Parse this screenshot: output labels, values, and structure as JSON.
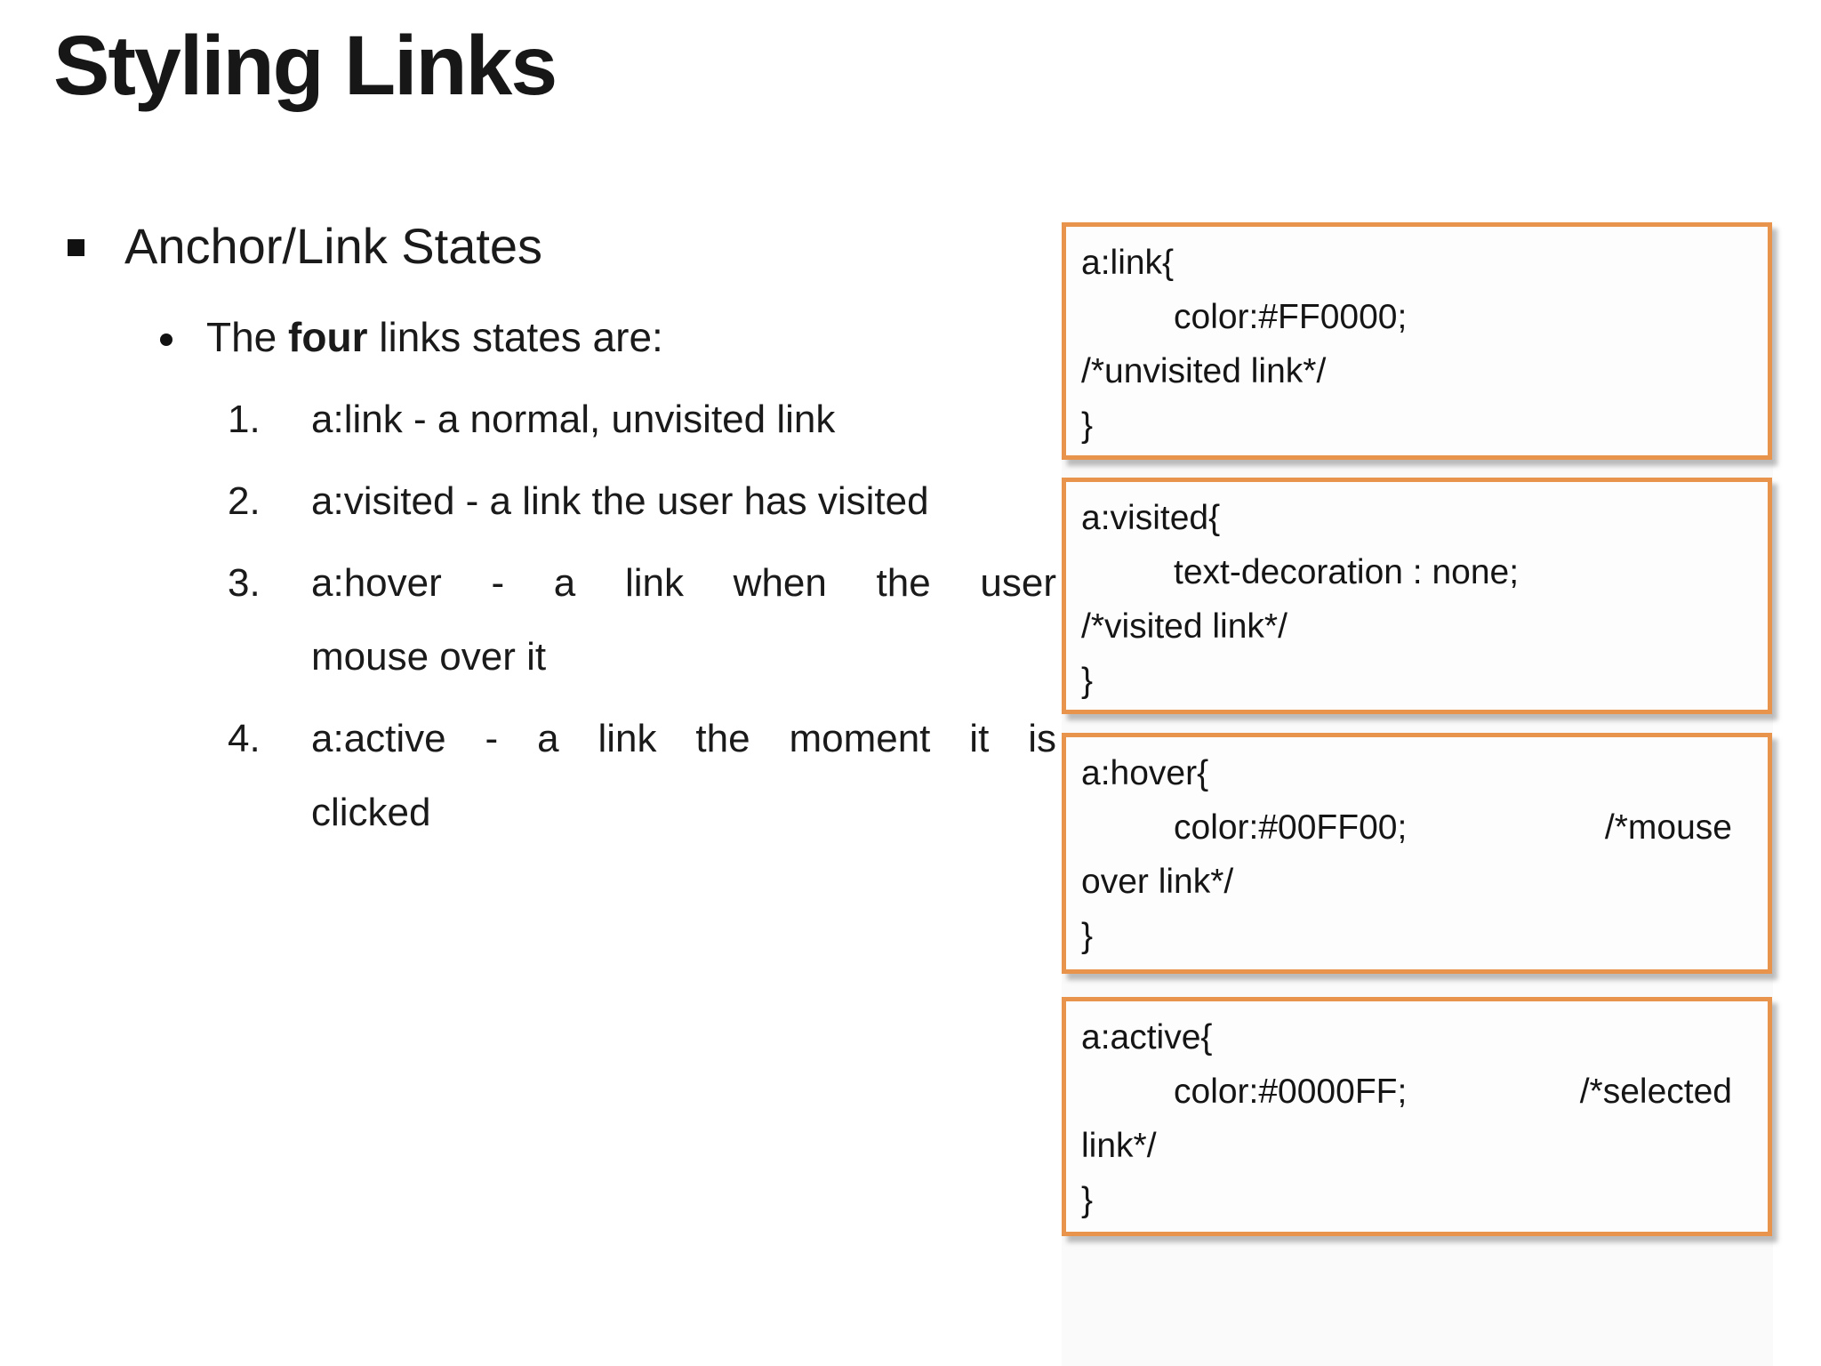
{
  "slide": {
    "title": "Styling Links",
    "bullet": "Anchor/Link States",
    "sub": {
      "pre": "The ",
      "bold": "four",
      "post": " links states are:"
    },
    "list_items": [
      {
        "number": "1.",
        "lines": [
          {
            "text": "a:link - a normal, unvisited link",
            "justify": false
          }
        ]
      },
      {
        "number": "2.",
        "lines": [
          {
            "text": "a:visited - a link the user has visited",
            "justify": false
          }
        ]
      },
      {
        "number": "3.",
        "lines": [
          {
            "text": "a:hover - a link when the user",
            "justify": true
          },
          {
            "text": "mouse over it",
            "justify": false
          }
        ]
      },
      {
        "number": "4.",
        "lines": [
          {
            "text": "a:active - a link the moment it is",
            "justify": true
          },
          {
            "text": "clicked",
            "justify": false
          }
        ]
      }
    ]
  },
  "code_boxes": [
    {
      "name": "a-link-rule",
      "lines": [
        {
          "text": "a:link{"
        },
        {
          "text": "color:#FF0000;",
          "indent": true
        },
        {
          "text": "/*unvisited link*/"
        },
        {
          "text": "}"
        }
      ]
    },
    {
      "name": "a-visited-rule",
      "lines": [
        {
          "text": "a:visited{"
        },
        {
          "text": "text-decoration : none;",
          "indent": true
        },
        {
          "text": "/*visited link*/"
        },
        {
          "text": "}"
        }
      ]
    },
    {
      "name": "a-hover-rule",
      "lines": [
        {
          "text": "a:hover{"
        },
        {
          "text": "color:#00FF00;",
          "indent": true,
          "right": "/*mouse"
        },
        {
          "text": "over link*/"
        },
        {
          "text": "}"
        }
      ]
    },
    {
      "name": "a-active-rule",
      "lines": [
        {
          "text": "a:active{"
        },
        {
          "text": "color:#0000FF;",
          "indent": true,
          "right": "/*selected"
        },
        {
          "text": "link*/"
        },
        {
          "text": "}"
        }
      ]
    }
  ],
  "colors": {
    "box_border": "#E9944D",
    "box_bg": "#FDFDFD",
    "panel_bg": "#FAFAFA",
    "text": "#1A1A1A"
  }
}
